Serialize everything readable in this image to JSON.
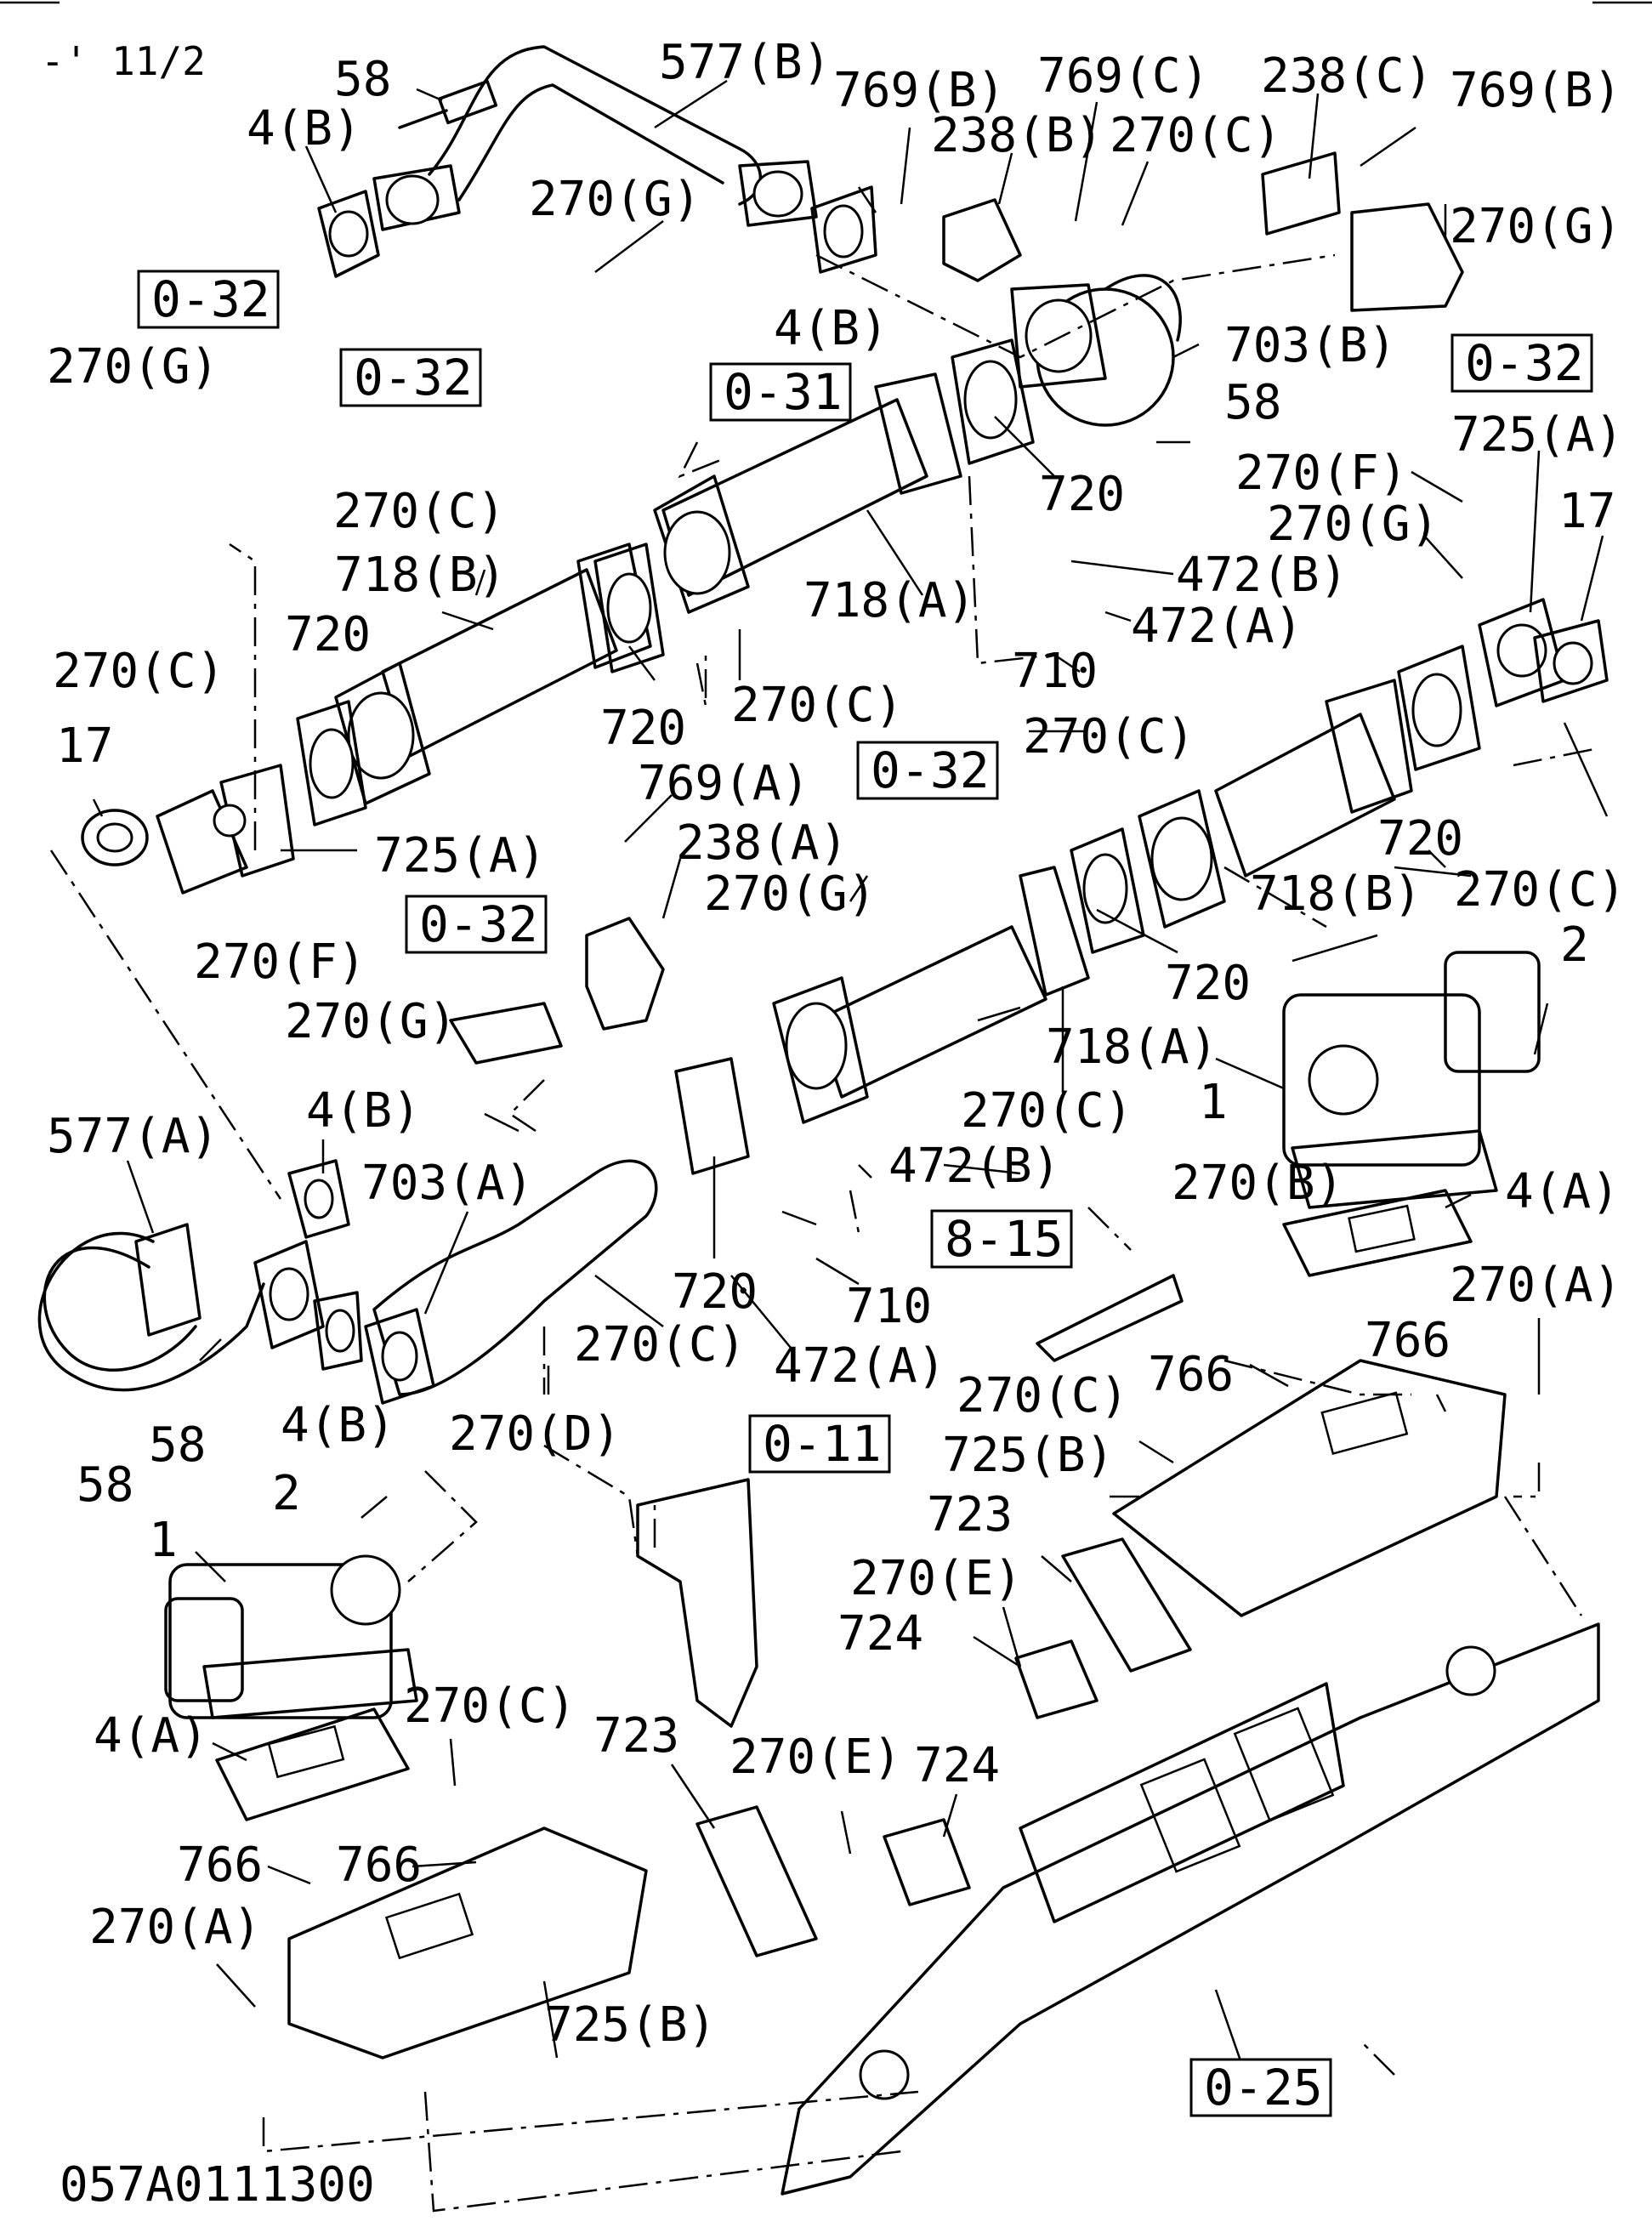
{
  "header": {
    "sheet_id": "-' 11/2"
  },
  "footer": {
    "drawing_code": "057A0111300"
  },
  "part_labels": {
    "p58_top": "58",
    "p4b_top": "4(B)",
    "p577b": "577(B)",
    "p769b_top": "769(B)",
    "p769c": "769(C)",
    "p238c": "238(C)",
    "p769b_right": "769(B)",
    "p238b": "238(B)",
    "p270c_top": "270(C)",
    "p270g_top": "270(G)",
    "p270g_right": "270(G)",
    "p4b_mid": "4(B)",
    "p270g_left": "270(G)",
    "p703b": "703(B)",
    "p58_right": "58",
    "p720_top": "720",
    "p725a_right": "725(A)",
    "p270f_right": "270(F)",
    "p270g_right2": "270(G)",
    "p17_right": "17",
    "p270c_leftup": "270(C)",
    "p718b_left": "718(B)",
    "p472b_top": "472(B)",
    "p472a_top": "472(A)",
    "p718a_top": "718(A)",
    "p720_left": "720",
    "p710_top": "710",
    "p270c_left": "270(C)",
    "p720_mid": "720",
    "p270c_mid": "270(C)",
    "p270c_right": "270(C)",
    "p17_left": "17",
    "p769a": "769(A)",
    "p238a": "238(A)",
    "p725a_left": "725(A)",
    "p270g_mid": "270(G)",
    "p720_right": "720",
    "p270c_right2": "270(C)",
    "p270f_left": "270(F)",
    "p718b_right": "718(B)",
    "p2_right": "2",
    "p720_right2": "720",
    "p270g_lower": "270(G)",
    "p718a_lower": "718(A)",
    "p270c_lower": "270(C)",
    "p4b_lower": "4(B)",
    "p577a": "577(A)",
    "p703a": "703(A)",
    "p472b_lower": "472(B)",
    "p270b": "270(B)",
    "p1_right": "1",
    "p4a_right": "4(A)",
    "p720_lower": "720",
    "p710_lower": "710",
    "p270a_right": "270(A)",
    "p270c_lower2": "270(C)",
    "p472a_lower": "472(A)",
    "p766_mid": "766",
    "p766_right": "766",
    "p58_lower": "58",
    "p58_bottom": "58",
    "p4b_bottom": "4(B)",
    "p270d": "270(D)",
    "p270c_lower3": "270(C)",
    "p725b_right": "725(B)",
    "p2_left": "2",
    "p723_right": "723",
    "p1_left": "1",
    "p270e_right": "270(E)",
    "p724_right": "724",
    "p4a_left": "4(A)",
    "p270c_bottom": "270(C)",
    "p723_bottom": "723",
    "p270e_bottom": "270(E)",
    "p724_bottom": "724",
    "p766_left1": "766",
    "p766_left2": "766",
    "p270a_left": "270(A)",
    "p725b_bottom": "725(B)"
  },
  "reference_boxes": {
    "r_032_a": "0-32",
    "r_032_b": "0-32",
    "r_031": "0-31",
    "r_032_c": "0-32",
    "r_032_d": "0-32",
    "r_032_e": "0-32",
    "r_815": "8-15",
    "r_011": "0-11",
    "r_025": "0-25"
  }
}
